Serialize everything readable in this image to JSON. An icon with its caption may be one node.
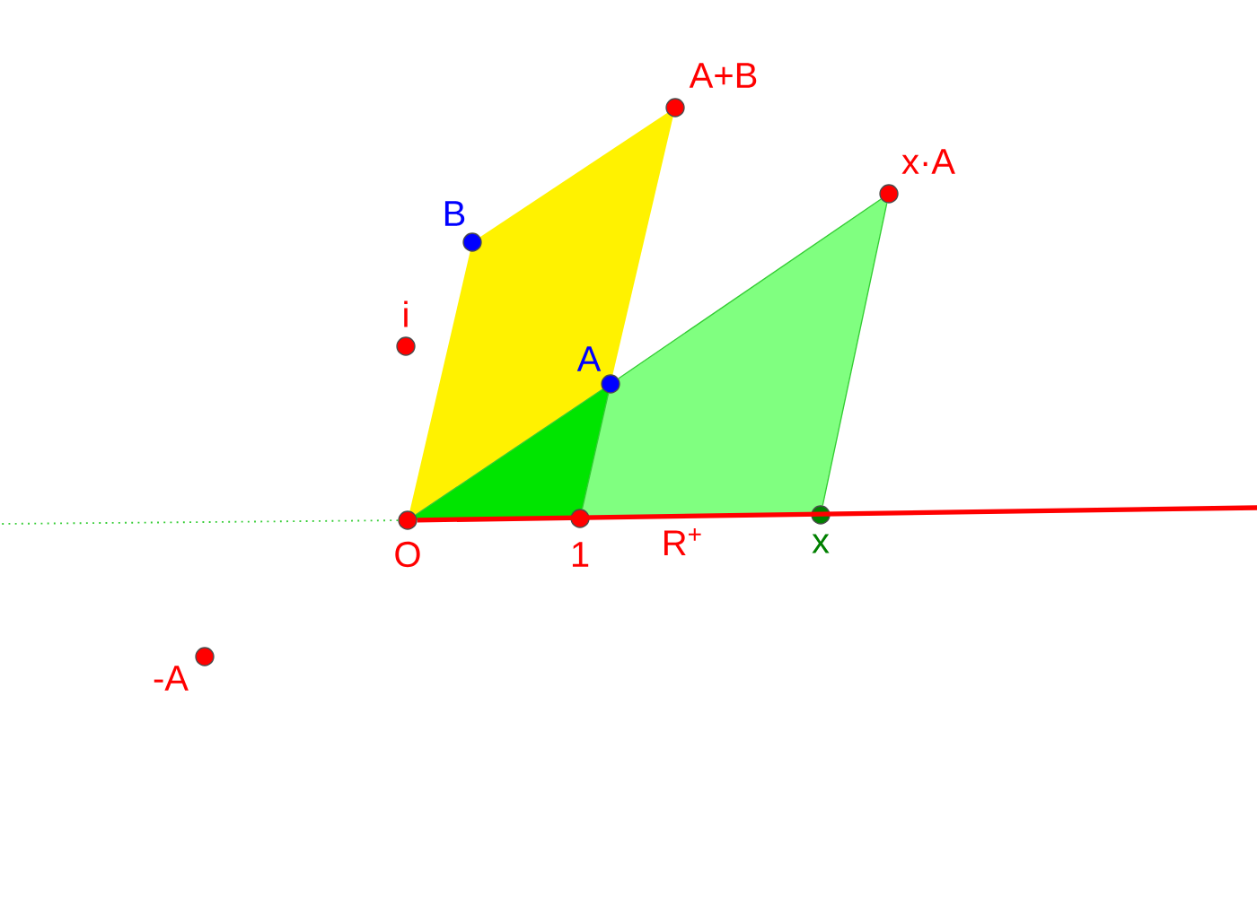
{
  "diagram": {
    "nodes": [
      {
        "text": [
          "O"
        ]
      },
      {
        "text": [
          "1"
        ]
      },
      {
        "text": [
          "x"
        ]
      },
      {
        "text": [
          "A"
        ]
      },
      {
        "text": [
          "B"
        ]
      },
      {
        "text": [
          "A+B"
        ]
      },
      {
        "text": [
          "x·A"
        ]
      },
      {
        "text": [
          "i"
        ]
      },
      {
        "text": [
          "-A"
        ]
      }
    ],
    "edges": [
      {
        "from": 0,
        "to": 3,
        "arrow": "none"
      },
      {
        "from": 1,
        "to": 3,
        "arrow": "none"
      },
      {
        "from": 3,
        "to": 6,
        "arrow": "none"
      },
      {
        "from": 6,
        "to": 2,
        "arrow": "none"
      },
      {
        "from": 0,
        "to": null,
        "arrow": "none",
        "style": "thick",
        "color": "#ff0000"
      },
      {
        "from": 0,
        "to": null,
        "arrow": "none",
        "style": "dashed"
      }
    ],
    "labels": [
      "R$^{+}$"
    ]
  }
}
